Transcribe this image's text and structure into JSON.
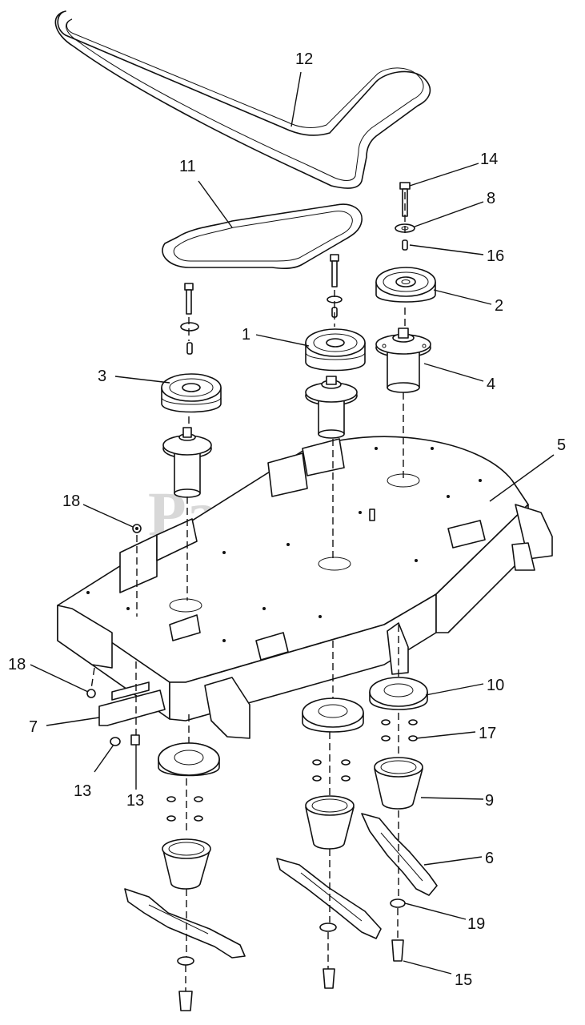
{
  "watermark": {
    "text": "PartsTree",
    "mark": "TM"
  },
  "callouts": [
    {
      "id": "c12",
      "label": "12"
    },
    {
      "id": "c11",
      "label": "11"
    },
    {
      "id": "c14",
      "label": "14"
    },
    {
      "id": "c8",
      "label": "8"
    },
    {
      "id": "c16",
      "label": "16"
    },
    {
      "id": "c2",
      "label": "2"
    },
    {
      "id": "c1",
      "label": "1"
    },
    {
      "id": "c3",
      "label": "3"
    },
    {
      "id": "c4",
      "label": "4"
    },
    {
      "id": "c5",
      "label": "5"
    },
    {
      "id": "c18a",
      "label": "18"
    },
    {
      "id": "c18b",
      "label": "18"
    },
    {
      "id": "c10",
      "label": "10"
    },
    {
      "id": "c17",
      "label": "17"
    },
    {
      "id": "c7",
      "label": "7"
    },
    {
      "id": "c13a",
      "label": "13"
    },
    {
      "id": "c13b",
      "label": "13"
    },
    {
      "id": "c9",
      "label": "9"
    },
    {
      "id": "c6",
      "label": "6"
    },
    {
      "id": "c19",
      "label": "19"
    },
    {
      "id": "c15",
      "label": "15"
    }
  ]
}
